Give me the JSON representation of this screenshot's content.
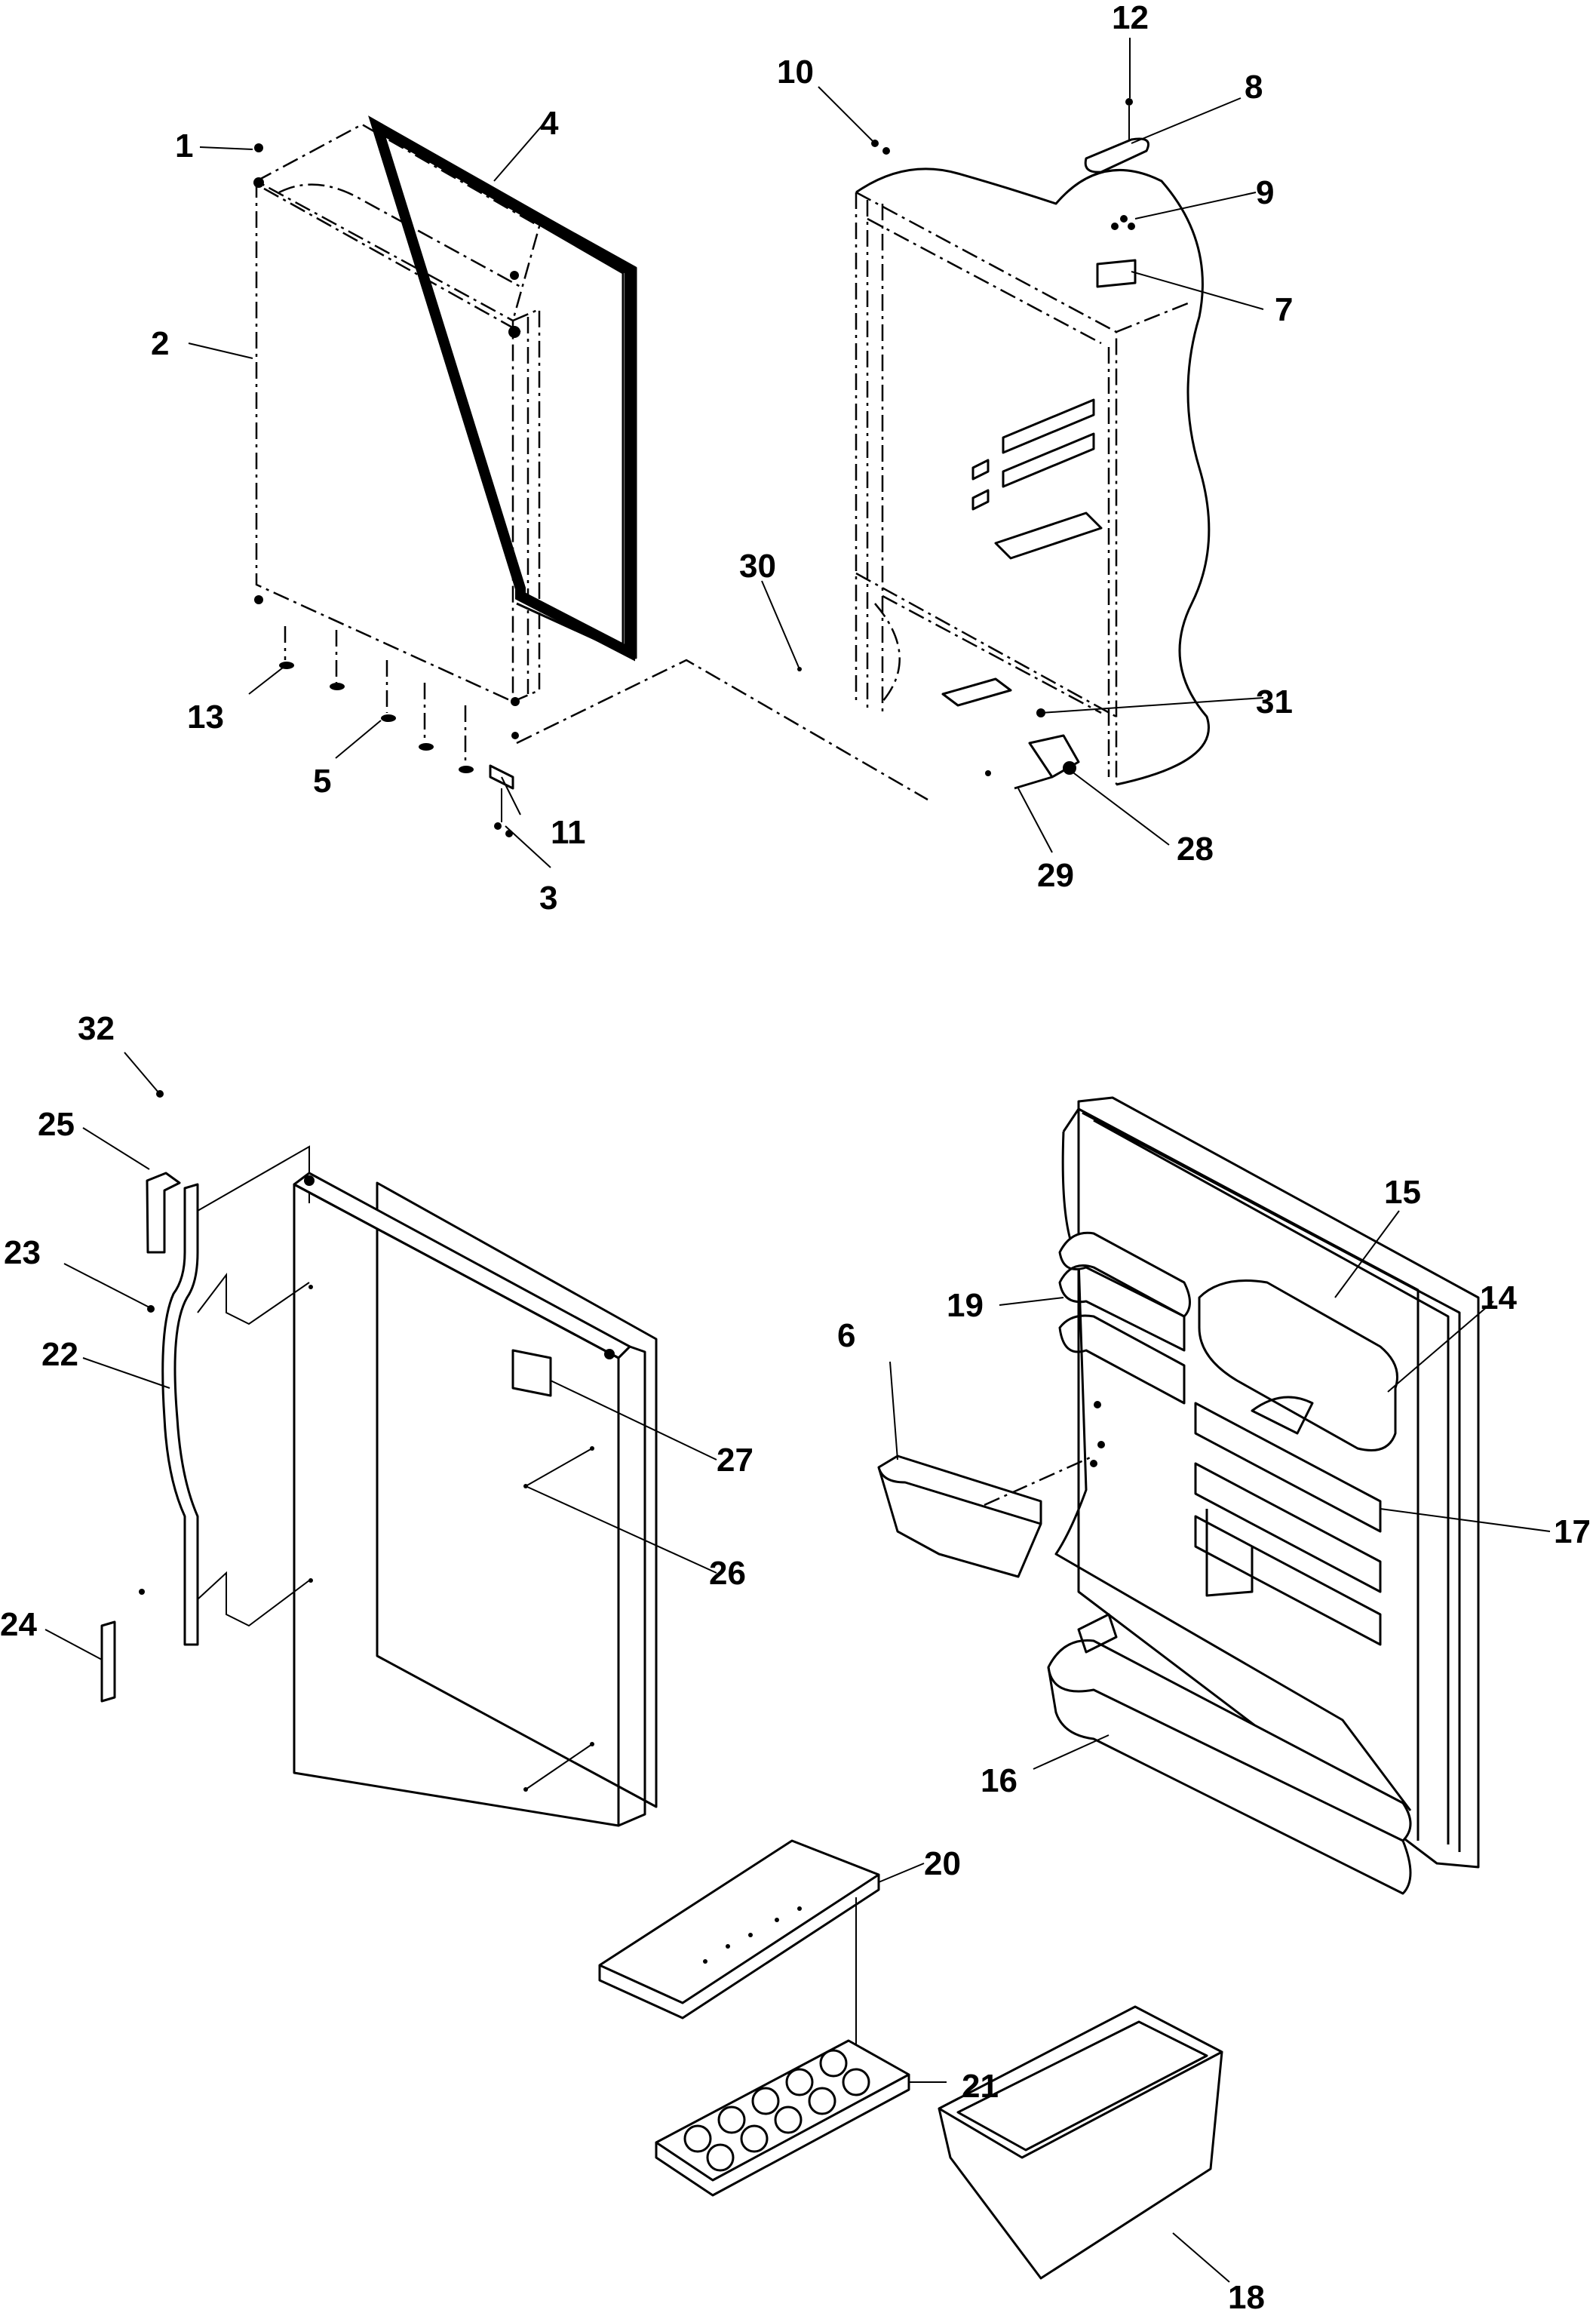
{
  "callouts": [
    "1",
    "2",
    "3",
    "4",
    "5",
    "6",
    "7",
    "8",
    "9",
    "10",
    "11",
    "12",
    "13",
    "14",
    "15",
    "16",
    "17",
    "18",
    "19",
    "20",
    "21",
    "22",
    "23",
    "24",
    "25",
    "26",
    "27",
    "28",
    "29",
    "30",
    "31",
    "32"
  ]
}
